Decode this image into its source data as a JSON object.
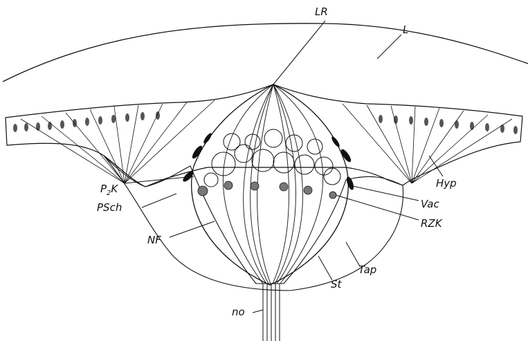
{
  "figure": {
    "labels": {
      "LR": "LR",
      "L": "L",
      "Hyp": "Hyp",
      "P2K_main": "P",
      "P2K_sub": "2",
      "P2K_tail": "K",
      "PSch": "PSch",
      "Vac": "Vac",
      "RZK": "RZK",
      "NF": "NF",
      "Tap": "Tap",
      "St": "St",
      "no": "no"
    }
  },
  "colors": {
    "ink": "#111111",
    "background": "#ffffff",
    "nucleus": "#555555",
    "stipple": "#333333"
  }
}
